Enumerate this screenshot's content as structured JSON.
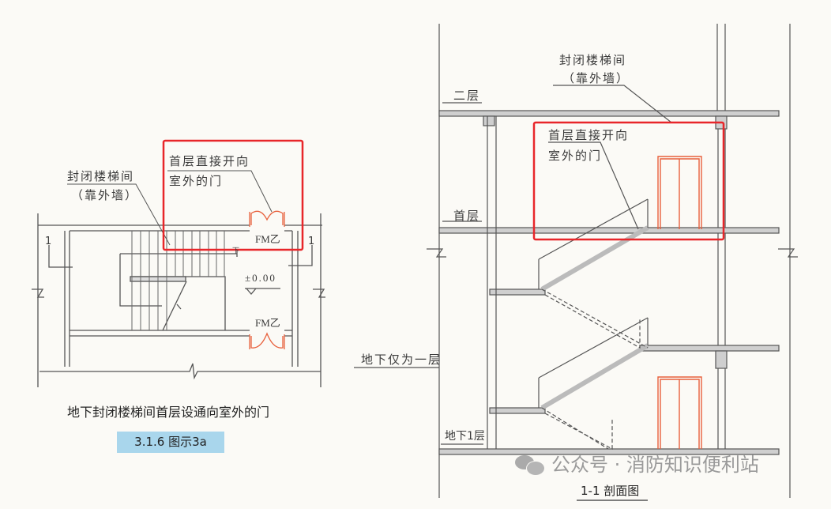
{
  "plan": {
    "stair_label": "封闭楼梯间",
    "stair_sublabel": "（靠外墙）",
    "highlight_label_line1": "首层直接开向",
    "highlight_label_line2": "室外的门",
    "door_top": "FM乙",
    "door_bottom": "FM乙",
    "elevation": "±0.00",
    "section_mark_left": "1",
    "section_mark_right": "1",
    "down_mark": "下",
    "caption": "地下封闭楼梯间首层设通向室外的门",
    "figure_badge": "3.1.6  图示3a"
  },
  "section": {
    "stair_label": "封闭楼梯间",
    "stair_sublabel": "（靠外墙）",
    "floor_2": "二层",
    "floor_1": "首层",
    "basement_1": "地下1层",
    "basement_note": "地下仅为一层",
    "highlight_label_line1": "首层直接开向",
    "highlight_label_line2": "室外的门",
    "title": "1-1  剖面图"
  },
  "watermark": "公众号 · 消防知识便利站",
  "colors": {
    "highlight": "#e8262a",
    "door": "#e8603c",
    "badge": "#a9d6ec"
  }
}
